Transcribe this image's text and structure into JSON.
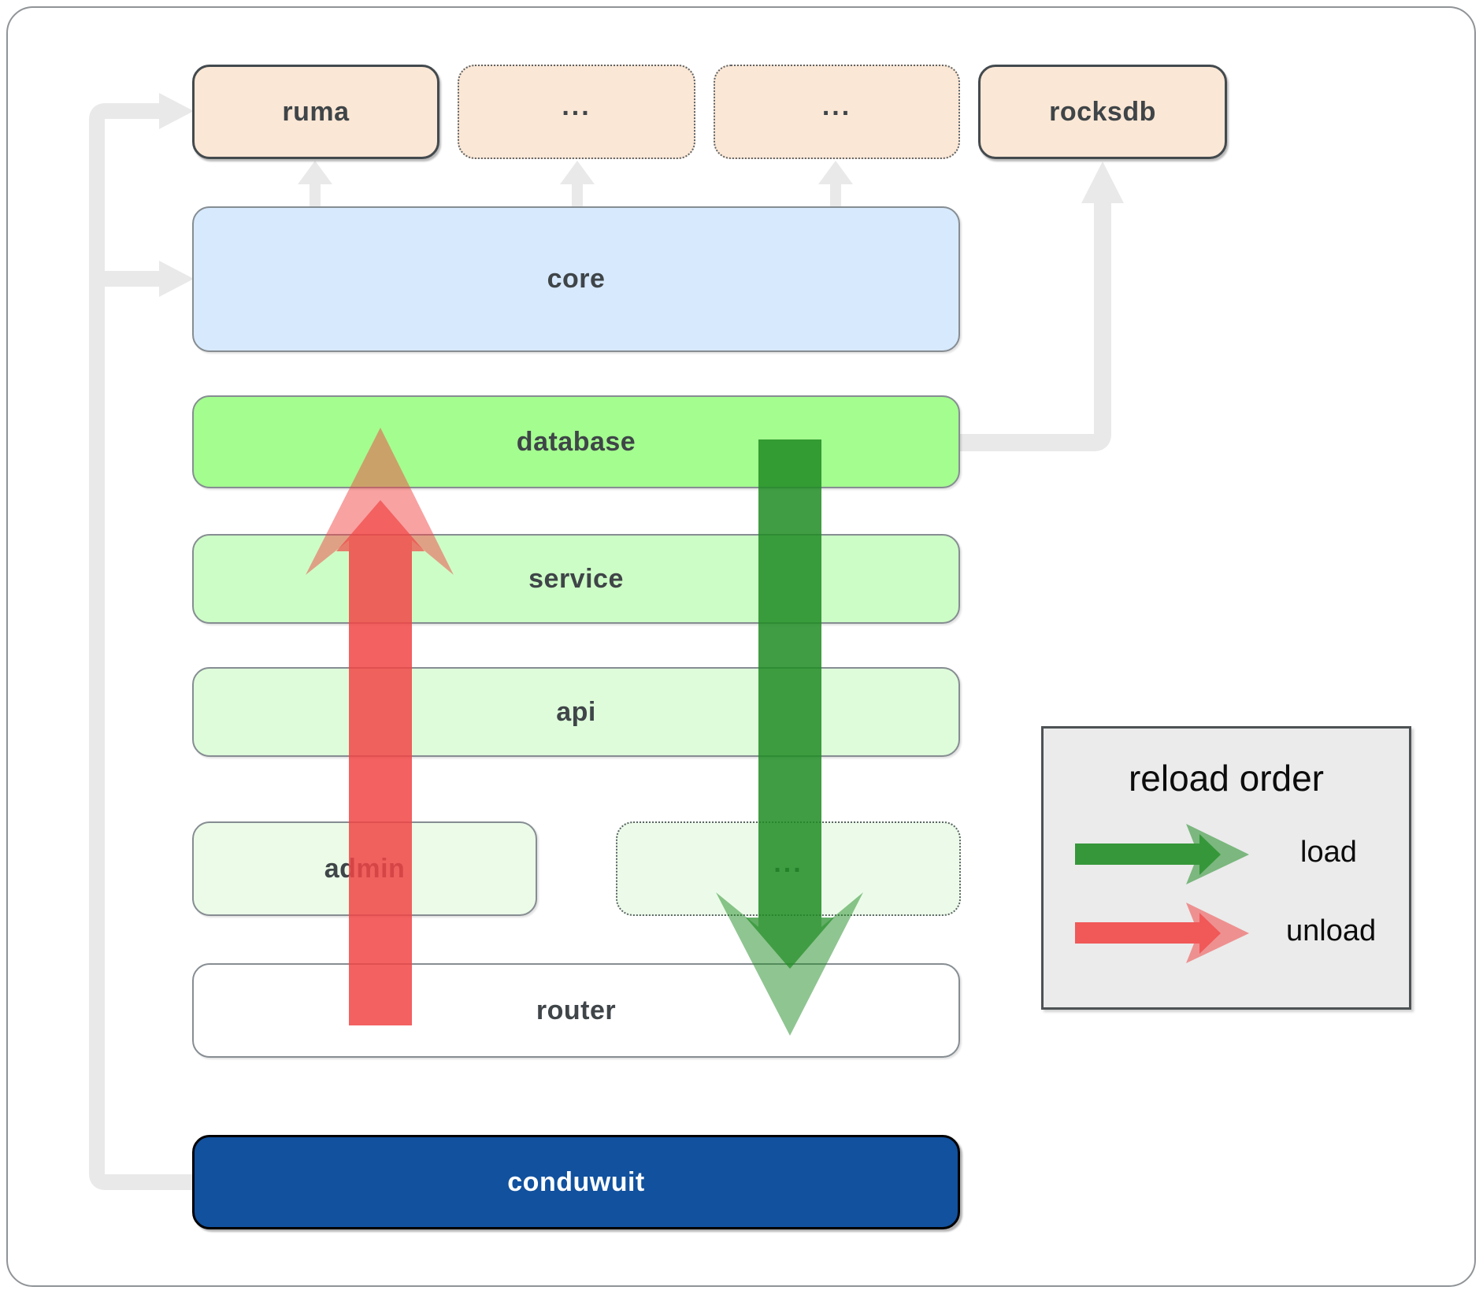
{
  "boxes": {
    "ruma": {
      "label": "ruma"
    },
    "ellipsis_top_1": {
      "label": "..."
    },
    "ellipsis_top_2": {
      "label": "..."
    },
    "rocksdb": {
      "label": "rocksdb"
    },
    "core": {
      "label": "core"
    },
    "database": {
      "label": "database"
    },
    "service": {
      "label": "service"
    },
    "api": {
      "label": "api"
    },
    "admin": {
      "label": "admin"
    },
    "ellipsis_mid": {
      "label": "..."
    },
    "router": {
      "label": "router"
    },
    "conduwuit": {
      "label": "conduwuit"
    }
  },
  "legend": {
    "title": "reload order",
    "load_label": "load",
    "unload_label": "unload"
  },
  "colors": {
    "load_green": "#1f8c24",
    "unload_red": "#f14646",
    "module_peach": "#fbe7d5",
    "core_blue": "#d7e9fc",
    "database_green": "#a4fd8f",
    "service_green": "#cdfdc6",
    "api_green": "#defcda",
    "admin_green": "#ebfbe8",
    "router_white": "#ffffff",
    "conduwuit_blue": "#11519e",
    "connector_gray": "#e9e9e9",
    "label_text": "#3f4548"
  }
}
